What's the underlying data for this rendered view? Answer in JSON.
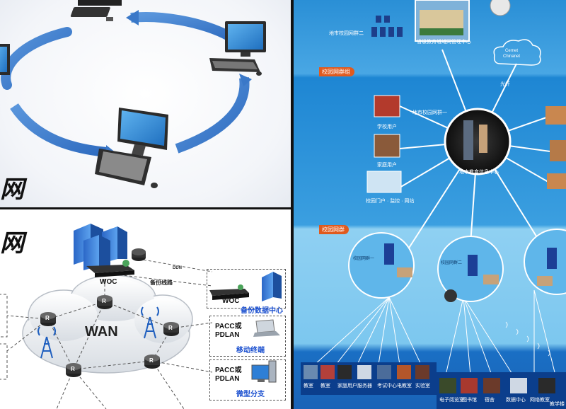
{
  "ring_panel": {
    "partial_label": "网"
  },
  "wan_panel": {
    "partial_label": "网",
    "cloud_label": "WAN",
    "woc_top": "WOC",
    "woc_right": "WOC",
    "ddn_label": "DDN",
    "backup_line": "备份线路",
    "backup_center": "备份数据中心",
    "pacc_pdlan_1": "PACC或\nPDLAN",
    "mobile_terminal": "移动终端",
    "pacc_pdlan_2": "PACC或\nPDLAN",
    "micro_branch": "微型分支",
    "router_glyph": "R"
  },
  "campus_panel": {
    "branch_top_left": "地市校园网群二",
    "center_top": "省级教育城域网管理中心",
    "cloud_text": "Cernet\nChinanet",
    "fiber_label": "光纤",
    "tag_group": "校园网群组",
    "branch_one": "地市校园网群一",
    "center_mid": "地市教育信息中心",
    "tag_campus": "校园网群",
    "campus_net_one": "校园网群一",
    "campus_net_two": "校园网群二",
    "left_thumb_1": "学校用户",
    "left_thumb_2": "家庭用户",
    "left_thumb_3": "校园门户 · 监控 · 网站",
    "bottom_left_labels": [
      "教室",
      "教室",
      "家庭用户",
      "服务器",
      "考试中心",
      "电教室",
      "实验室"
    ],
    "bottom_right_labels": [
      "电子阅览室",
      "图书馆",
      "宿舍",
      "数据中心",
      "网络教室",
      "教学楼"
    ]
  }
}
